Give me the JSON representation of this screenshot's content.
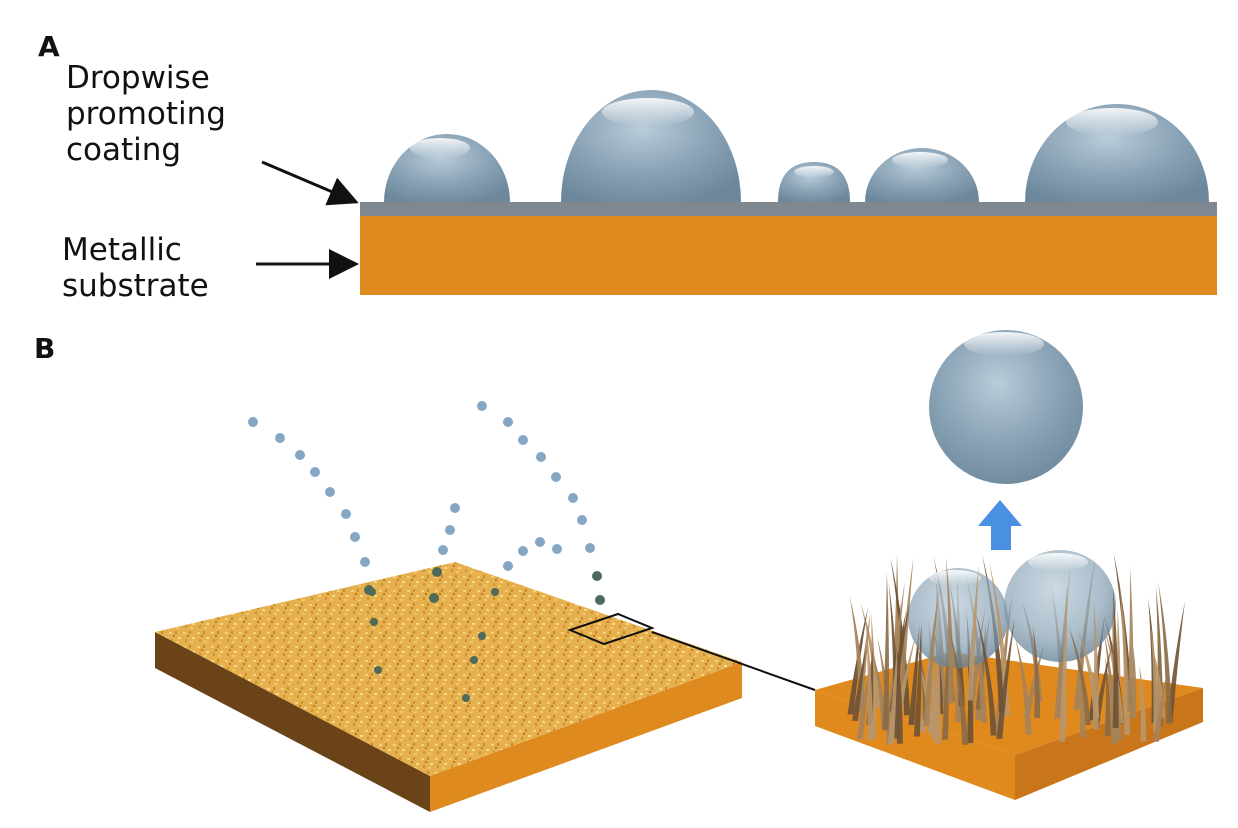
{
  "panel_a": {
    "letter": "A",
    "coating_label": "Dropwise\npromoting\ncoating",
    "substrate_label": "Metallic\nsubstrate"
  },
  "panel_b": {
    "letter": "B"
  },
  "colors": {
    "substrate_top": "#e08a1e",
    "substrate_side": "#6b4318",
    "coating": "#7f8790",
    "droplet": "#8aa6bb",
    "droplet_highlight": "#e6eff6",
    "arrow_blue": "#4a90e2",
    "fiber": "#9a7a55",
    "speckle": "#d9b050"
  }
}
